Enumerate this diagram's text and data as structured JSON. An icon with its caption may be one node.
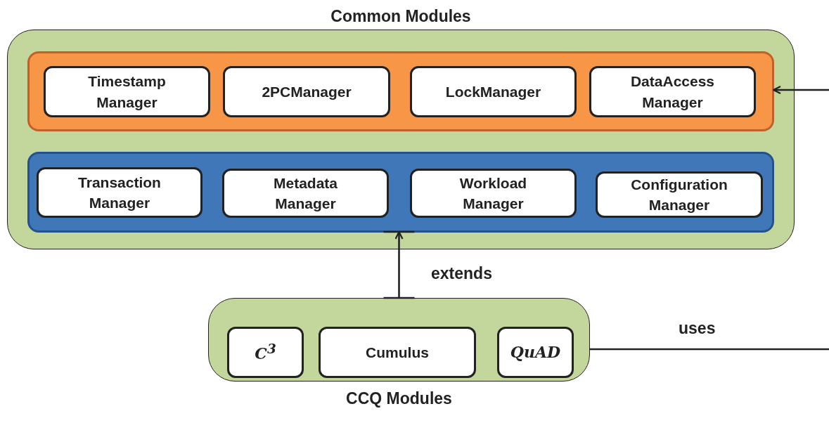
{
  "diagram": {
    "nodes": [
      {
        "text": [
          "Common Modules"
        ]
      },
      {
        "text": [],
        "shape": "box",
        "in": 0
      },
      {
        "text": [
          "Timestamp Manager"
        ],
        "in": 1
      },
      {
        "text": [
          "2PCManager"
        ],
        "in": 1
      },
      {
        "text": [
          "LockManager"
        ],
        "in": 1
      },
      {
        "text": [
          "DataAccess Manager"
        ],
        "in": 1
      },
      {
        "text": [],
        "shape": "box",
        "in": 0
      },
      {
        "text": [
          "Transaction Manager"
        ],
        "in": 6
      },
      {
        "text": [
          "Metadata Manager"
        ],
        "in": 6
      },
      {
        "text": [
          "Workload Manager"
        ],
        "in": 6
      },
      {
        "text": [
          "Configuration Manager"
        ],
        "in": 6
      },
      {
        "text": [
          "CCQ Modules"
        ]
      },
      {
        "text": [
          "C$^{3}$"
        ],
        "in": 11
      },
      {
        "text": [
          "Cumulus"
        ],
        "in": 11
      },
      {
        "text": [
          "QuAD"
        ],
        "in": 11
      }
    ],
    "edges": [
      {
        "from": 11,
        "to": 6,
        "arrow": "to",
        "label": "extends"
      },
      {
        "from": null,
        "to": 1,
        "arrow": "to"
      },
      {
        "from": 11,
        "to": null,
        "arrow": "none",
        "label": "uses"
      }
    ]
  }
}
